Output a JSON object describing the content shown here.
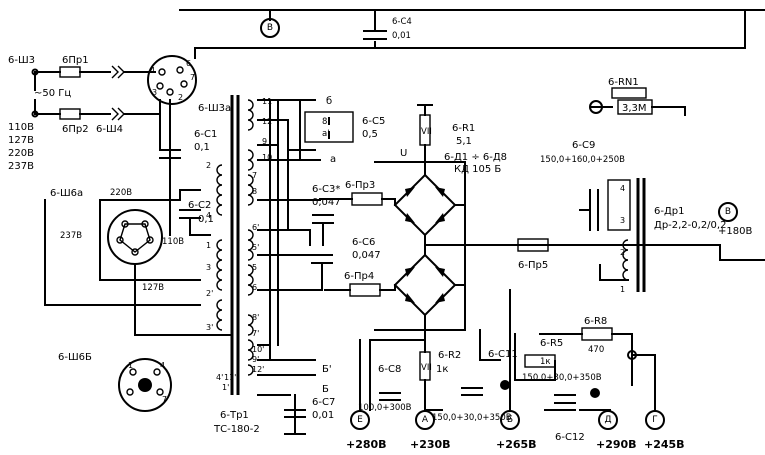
{
  "labels": {
    "b_c4": "6-C4",
    "b_c4_val": "0,01",
    "rn1": "6-RN1",
    "rn1_val": "3,3M",
    "sh3": "6-Ш3",
    "sh4": "6-Ш4",
    "sh3a": "6-Ш3а",
    "sh6a": "6-Ш6а",
    "sh6b": "6-Ш6Б",
    "pr1": "6Пр1",
    "pr2": "6Пр2",
    "hz": "~50 Гц",
    "v110": "110В",
    "v127": "127В",
    "v220": "220В",
    "v237": "237В",
    "c1": "6-C1",
    "c1_val": "0,1",
    "c2": "6-C2",
    "c2_val": "0,1",
    "p220": "220В",
    "p237": "237В",
    "p110": "110В",
    "p127": "127В",
    "c5": "6-C5",
    "c5_val": "0,5",
    "r1": "6-R1",
    "r1_val": "5,1",
    "diodes": "6-Д1 ÷ 6-Д8",
    "diodes_type": "КД 105 Б",
    "c3": "6-C3*",
    "c3_val": "0,047",
    "pr3": "6-Пр3",
    "c6": "6-C6",
    "c6_val": "0,047",
    "pr4": "6-Пр4",
    "pr5": "6-Пр5",
    "c9": "6-C9",
    "c9_val": "150,0+160,0+250В",
    "dr1": "6-Др1",
    "dr1_val": "Др-2,2-0,2/0,2",
    "r8": "6-R8",
    "r8_val": "470",
    "r5": "6-R5",
    "r6_val": "1к",
    "c12_val": "150,0+30,0+350В",
    "c12": "6-C12",
    "r2": "6-R2",
    "r2_val": "1к",
    "c11": "6-C11",
    "c11_val": "150,0+30,0+350В",
    "c8": "6-C8",
    "c8_val": "100,0+300В",
    "c7": "6-C7",
    "c7_val": "0,01",
    "tr1": "6-Тр1",
    "tr1_type": "ТС-180-2",
    "u": "U",
    "a": "а",
    "b": "б",
    "b1": "Б'",
    "b2": "Б",
    "b3": "б",
    "v180": "+180В",
    "v280": "+280В",
    "v230": "+230В",
    "v265": "+265В",
    "v290": "+290В",
    "v245": "+245В"
  },
  "terminals": {
    "B_top": "В",
    "B_right": "В",
    "E": "Е",
    "A": "А",
    "Bv": "Б",
    "D": "Д",
    "G": "Г"
  },
  "windings": {
    "w11": "11",
    "w12": "12",
    "w9": "9",
    "w10": "10",
    "w7": "7",
    "w8": "8",
    "w5": "5",
    "w6": "6",
    "w2": "2",
    "w4": "4",
    "w3": "3",
    "w1": "1",
    "w6p": "6'",
    "w5p": "5'",
    "w8p": "8'",
    "w7p": "7'",
    "w10p": "10'",
    "w9p": "9'",
    "w12p": "12'",
    "w11p": "11'",
    "w2p": "2'",
    "w3p": "3'",
    "w1p": "1'",
    "w4p": "4'"
  },
  "colors": {
    "ink": "#000000",
    "paper": "#ffffff"
  }
}
